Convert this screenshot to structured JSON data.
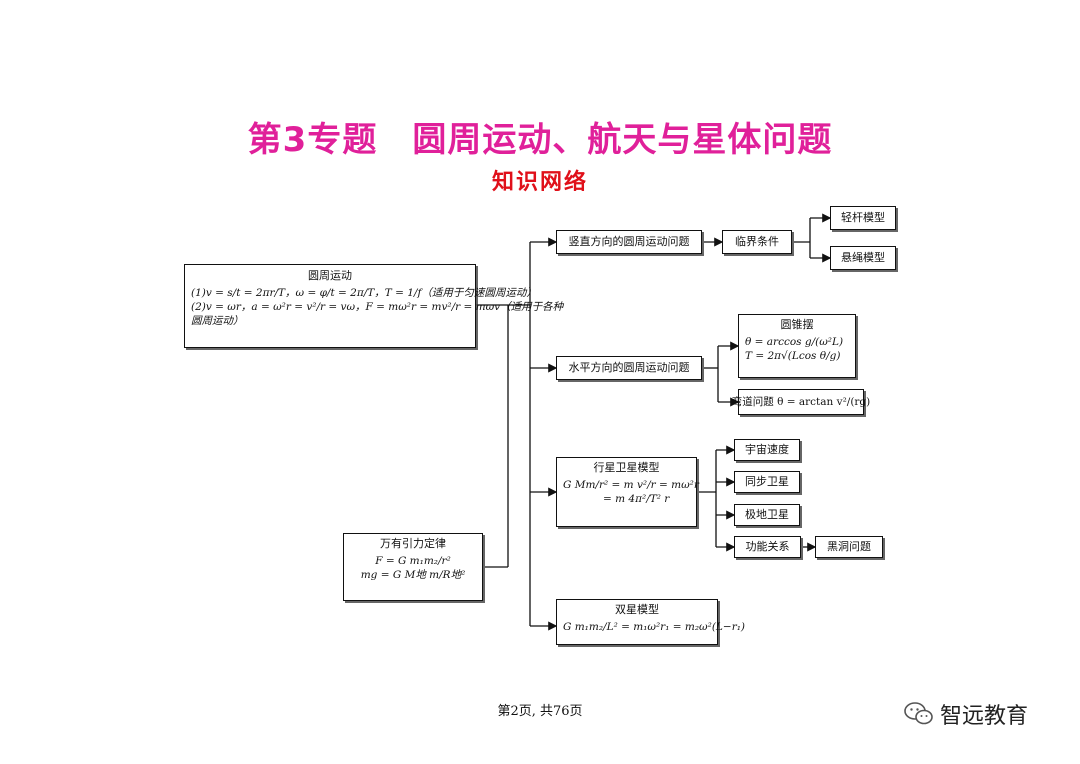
{
  "title": "第3专题　圆周运动、航天与星体问题",
  "subtitle": "知识网络",
  "nodes": {
    "circular": {
      "title": "圆周运动",
      "line1": "(1)v = s/t = 2πr/T，ω = φ/t = 2π/T，T = 1/f（适用于匀速圆周运动）",
      "line2": "(2)v = ωr，a = ω²r = v²/r = vω，F = mω²r = mv²/r = mωv（适用于各种",
      "line3": "圆周运动）"
    },
    "vertical": "竖直方向的圆周运动问题",
    "critical": "临界条件",
    "rod": "轻杆模型",
    "rope": "悬绳模型",
    "horizontal": "水平方向的圆周运动问题",
    "conical": {
      "title": "圆锥摆",
      "line1": "θ = arccos g/(ω²L)",
      "line2": "T = 2π√(Lcos θ/g)"
    },
    "bend": "弯道问题 θ = arctan v²/(rg)",
    "gravity": {
      "title": "万有引力定律",
      "line1": "F = G m₁m₂/r²",
      "line2": "mg = G M地 m/R地²"
    },
    "satellite": {
      "title": "行星卫星模型",
      "line1": "G Mm/r² = m v²/r = mω²r",
      "line2": "= m 4π²/T² r"
    },
    "cosmic": "宇宙速度",
    "sync": "同步卫星",
    "polar": "极地卫星",
    "energy": "功能关系",
    "blackhole": "黑洞问题",
    "binary": {
      "title": "双星模型",
      "line1": "G m₁m₂/L² = m₁ω²r₁ = m₂ω²(L−r₁)"
    }
  },
  "footer": "第2页, 共76页",
  "logo": {
    "text": "智远教育",
    "icon": "wechat-icon"
  },
  "colors": {
    "title": "#e0209a",
    "subtitle": "#e0101a",
    "line": "#111111"
  }
}
